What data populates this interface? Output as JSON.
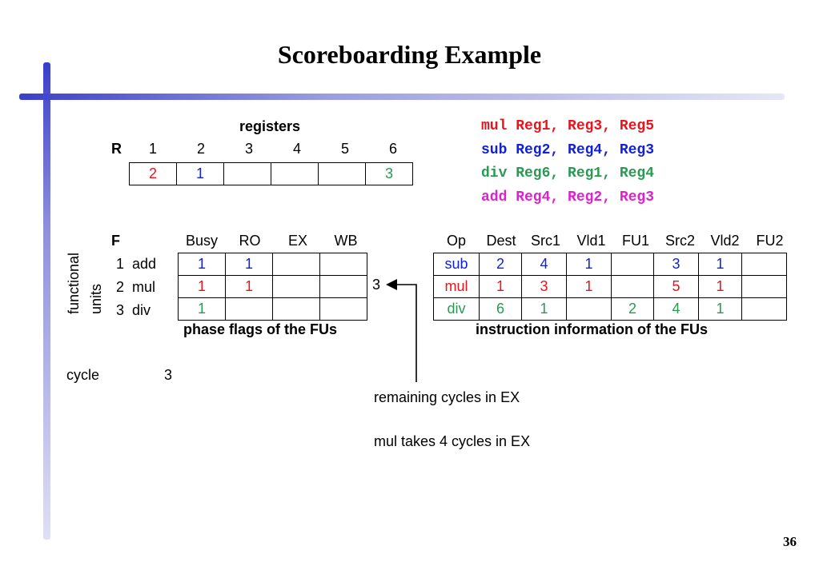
{
  "title": "Scoreboarding Example",
  "page_number": "36",
  "registers": {
    "heading": "registers",
    "row_label": "R",
    "numbers": [
      "1",
      "2",
      "3",
      "4",
      "5",
      "6"
    ],
    "values": [
      {
        "text": "2",
        "color": "#e8141c"
      },
      {
        "text": "1",
        "color": "#1221d6"
      },
      {
        "text": "",
        "color": "#000000"
      },
      {
        "text": "",
        "color": "#000000"
      },
      {
        "text": "",
        "color": "#000000"
      },
      {
        "text": "3",
        "color": "#2a9a52"
      }
    ]
  },
  "instructions": [
    {
      "text": "mul Reg1, Reg3, Reg5",
      "color": "#e8141c"
    },
    {
      "text": "sub Reg2, Reg4, Reg3",
      "color": "#1221d6"
    },
    {
      "text": "div Reg6, Reg1, Reg4",
      "color": "#2a9a52"
    },
    {
      "text": "add Reg4, Reg2, Reg3",
      "color": "#e020d0"
    }
  ],
  "fu_label": "F",
  "functional_units_label": [
    "functional",
    "units"
  ],
  "fu_rows": [
    {
      "num": "1",
      "name": "add"
    },
    {
      "num": "2",
      "name": "mul"
    },
    {
      "num": "3",
      "name": "div"
    }
  ],
  "phase_table": {
    "headers": [
      "Busy",
      "RO",
      "EX",
      "WB"
    ],
    "rows": [
      [
        {
          "text": "1",
          "color": "#1221d6"
        },
        {
          "text": "1",
          "color": "#1221d6"
        },
        {
          "text": "",
          "color": "#000"
        },
        {
          "text": "",
          "color": "#000"
        }
      ],
      [
        {
          "text": "1",
          "color": "#e8141c"
        },
        {
          "text": "1",
          "color": "#e8141c"
        },
        {
          "text": "",
          "color": "#000"
        },
        {
          "text": "",
          "color": "#000"
        }
      ],
      [
        {
          "text": "1",
          "color": "#2a9a52"
        },
        {
          "text": "",
          "color": "#000"
        },
        {
          "text": "",
          "color": "#000"
        },
        {
          "text": "",
          "color": "#000"
        }
      ]
    ],
    "caption": "phase flags of the FUs",
    "ex_remaining": "3"
  },
  "info_table": {
    "headers": [
      "Op",
      "Dest",
      "Src1",
      "Vld1",
      "FU1",
      "Src2",
      "Vld2",
      "FU2"
    ],
    "rows": [
      {
        "color": "#1221d6",
        "cells": [
          "sub",
          "2",
          "4",
          "1",
          "",
          "3",
          "1",
          ""
        ]
      },
      {
        "color": "#e8141c",
        "cells": [
          "mul",
          "1",
          "3",
          "1",
          "",
          "5",
          "1",
          ""
        ]
      },
      {
        "color": "#2a9a52",
        "cells": [
          "div",
          "6",
          "1",
          "",
          "2",
          "4",
          "1",
          ""
        ]
      }
    ],
    "caption": "instruction information of the FUs"
  },
  "cycle": {
    "label": "cycle",
    "value": "3"
  },
  "notes": [
    "remaining cycles in EX",
    "mul takes 4 cycles in EX"
  ]
}
